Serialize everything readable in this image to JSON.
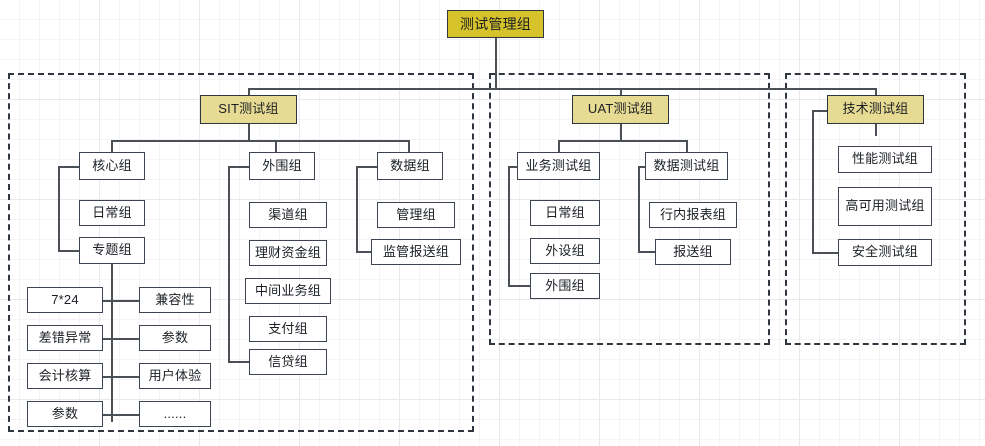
{
  "diagram": {
    "type": "org-chart",
    "title": "测试管理组",
    "root": {
      "label": "测试管理组"
    },
    "groups": [
      {
        "id": "sit",
        "header": "SIT测试组"
      },
      {
        "id": "uat",
        "header": "UAT测试组"
      },
      {
        "id": "tech",
        "header": "技术测试组"
      }
    ],
    "sit": {
      "header": "SIT测试组",
      "core": {
        "label": "核心组",
        "children": [
          "日常组",
          "专题组"
        ],
        "daily": "日常组",
        "topic": "专题组",
        "topic_children_left": [
          "7*24",
          "差错异常",
          "会计核算",
          "参数"
        ],
        "topic_children_right": [
          "兼容性",
          "参数",
          "用户体验",
          "......"
        ]
      },
      "outer": {
        "label": "外围组",
        "children": [
          "渠道组",
          "理财资金组",
          "中间业务组",
          "支付组",
          "信贷组"
        ]
      },
      "data": {
        "label": "数据组",
        "children": [
          "管理组",
          "监管报送组"
        ]
      }
    },
    "uat": {
      "header": "UAT测试组",
      "business": {
        "label": "业务测试组",
        "children": [
          "日常组",
          "外设组",
          "外围组"
        ]
      },
      "data": {
        "label": "数据测试组",
        "children": [
          "行内报表组",
          "报送组"
        ]
      }
    },
    "tech": {
      "header": "技术测试组",
      "children": [
        "性能测试组",
        "高可用测试组",
        "安全测试组"
      ]
    },
    "colors": {
      "root_fill": "#d6c32c",
      "sub_fill": "#e7db93",
      "node_fill": "#ffffff",
      "node_border": "#3c4450",
      "line": "#4b4f56",
      "group_border": "#2f3640",
      "grid_minor": "#f4f4f6",
      "grid_major": "#e9e9ec"
    }
  }
}
